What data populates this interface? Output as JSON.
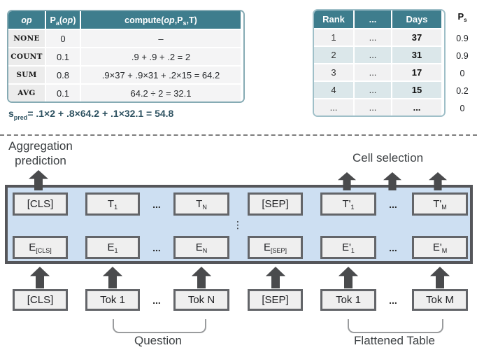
{
  "colors": {
    "teal_header": "#3e7d8d",
    "row_blue": "#dbe7ea",
    "row_gray": "#f1f1f2",
    "main_box_fill": "#cddff2",
    "main_box_border": "#55565a",
    "inner_box_fill": "#efefef",
    "inner_box_border": "#636569",
    "arrow": "#4a4b4d",
    "formula_text": "#2e5261"
  },
  "op_table": {
    "header": {
      "op": "op",
      "pa_base": "P",
      "pa_sub": "a",
      "pa_args": "(op)",
      "compute_pre": "compute(",
      "compute_op": "op",
      "compute_mid": ",P",
      "compute_sub": "s",
      "compute_post": ",T)"
    },
    "rows": [
      {
        "op": "NONE",
        "pa": "0",
        "compute": "–"
      },
      {
        "op": "COUNT",
        "pa": "0.1",
        "compute": ".9 + .9 + .2 = 2"
      },
      {
        "op": "SUM",
        "pa": "0.8",
        "compute": ".9×37 + .9×31 + .2×15 = 64.2"
      },
      {
        "op": "AVG",
        "pa": "0.1",
        "compute": "64.2 ÷ 2 = 32.1"
      }
    ]
  },
  "s_pred": {
    "base": "s",
    "sub": "pred",
    "formula": "= .1×2 + .8×64.2 + .1×32.1 = 54.8"
  },
  "rank_table": {
    "headers": [
      "Rank",
      "...",
      "Days"
    ],
    "rows": [
      [
        "1",
        "...",
        "37"
      ],
      [
        "2",
        "...",
        "31"
      ],
      [
        "3",
        "...",
        "17"
      ],
      [
        "4",
        "...",
        "15"
      ],
      [
        "...",
        "...",
        "..."
      ]
    ]
  },
  "ps_column": {
    "header_base": "P",
    "header_sub": "s",
    "values": [
      "0.9",
      "0.9",
      "0",
      "0.2",
      "0"
    ]
  },
  "labels": {
    "aggregation_line1": "Aggregation",
    "aggregation_line2": "prediction",
    "cell_selection": "Cell selection",
    "question": "Question",
    "flattened_table": "Flattened Table"
  },
  "transformer": {
    "t_row": [
      {
        "text": "[CLS]"
      },
      {
        "base": "T",
        "sub": "1"
      },
      {
        "text": "..."
      },
      {
        "base": "T",
        "sub": "N"
      },
      {
        "text": "[SEP]"
      },
      {
        "base": "T'",
        "sub": "1"
      },
      {
        "text": "..."
      },
      {
        "base": "T'",
        "sub": "M"
      }
    ],
    "e_row": [
      {
        "base": "E",
        "sub": "[CLS]"
      },
      {
        "base": "E",
        "sub": "1"
      },
      {
        "text": "..."
      },
      {
        "base": "E",
        "sub": "N"
      },
      {
        "base": "E",
        "sub": "[SEP]"
      },
      {
        "base": "E'",
        "sub": "1"
      },
      {
        "text": "..."
      },
      {
        "base": "E'",
        "sub": "M"
      }
    ],
    "vdots": "⋮"
  },
  "input_row": [
    "[CLS]",
    "Tok 1",
    "...",
    "Tok N",
    "[SEP]",
    "Tok 1",
    "...",
    "Tok M"
  ]
}
